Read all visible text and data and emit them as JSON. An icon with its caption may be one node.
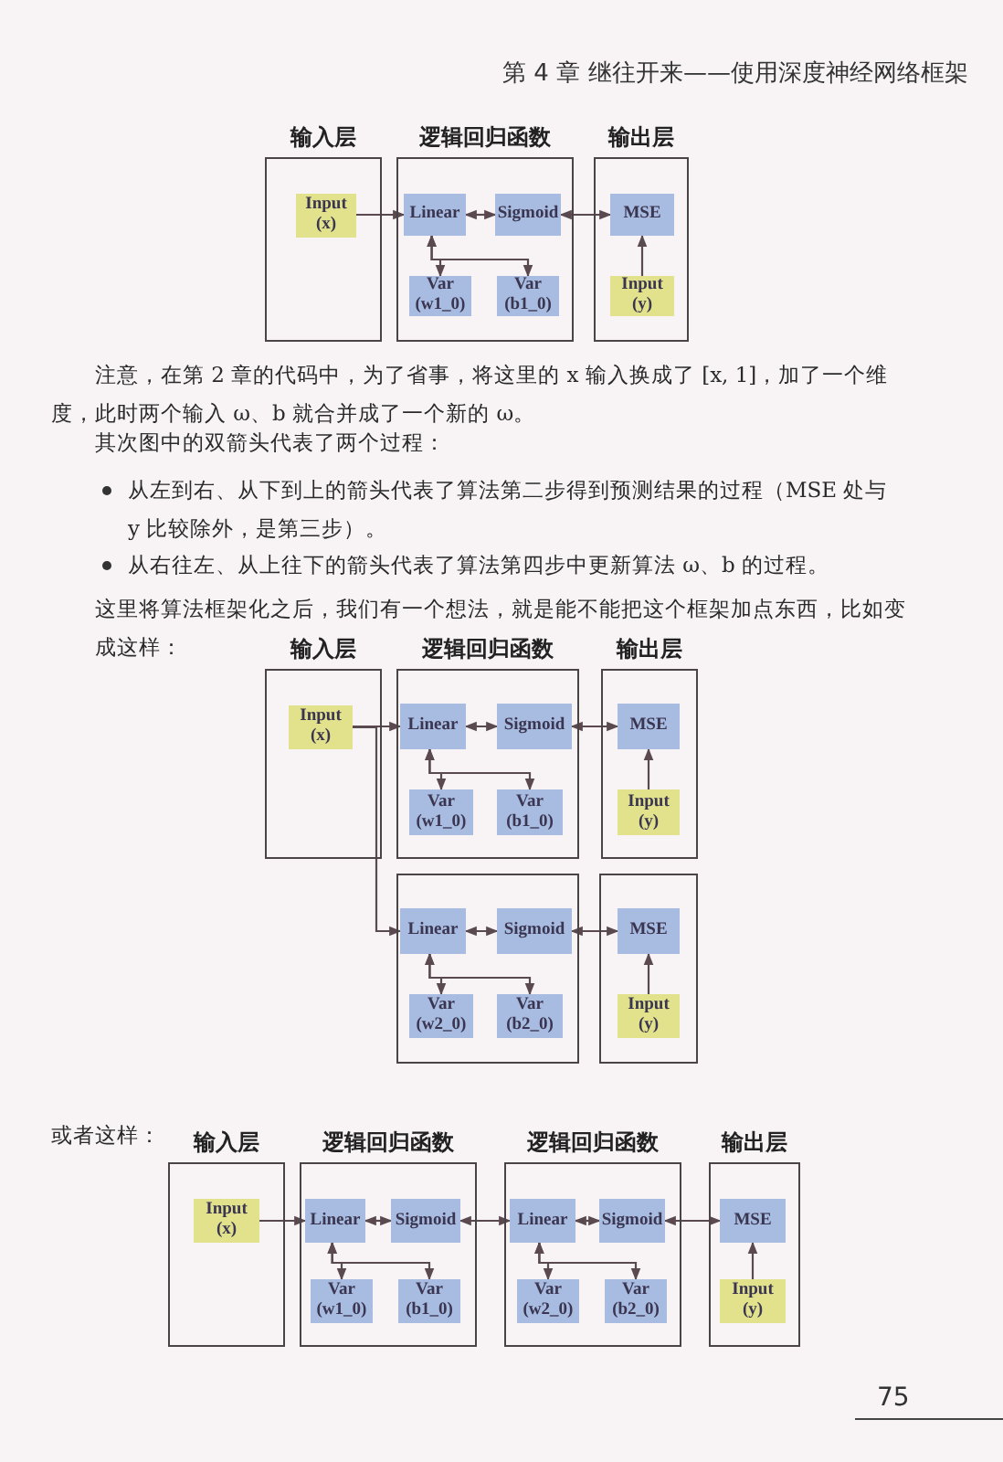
{
  "diagram": {
    "nodes": [
      {
        "text": [
          "输入层"
        ]
      },
      {
        "text": [
          "Input (x)"
        ],
        "in": 0
      },
      {
        "text": [
          "逻辑回归函数"
        ]
      },
      {
        "text": [
          "Linear"
        ],
        "in": 2
      },
      {
        "text": [
          "Sigmoid"
        ],
        "in": 2
      },
      {
        "text": [
          "Var (w1_0)"
        ],
        "in": 2
      },
      {
        "text": [
          "Var (b1_0)"
        ],
        "in": 2
      },
      {
        "text": [
          "输出层"
        ]
      },
      {
        "text": [
          "MSE"
        ],
        "in": 7
      },
      {
        "text": [
          "Input (y)"
        ],
        "in": 7
      },
      {
        "text": [
          "输入层"
        ]
      },
      {
        "text": [
          "Input (x)"
        ],
        "in": 10
      },
      {
        "text": [
          "逻辑回归函数"
        ]
      },
      {
        "text": [
          "Linear"
        ],
        "in": 12
      },
      {
        "text": [
          "Sigmoid"
        ],
        "in": 12
      },
      {
        "text": [
          "Var (w1_0)"
        ],
        "in": 12
      },
      {
        "text": [
          "Var (b1_0)"
        ],
        "in": 12
      },
      {
        "text": [
          "输出层"
        ]
      },
      {
        "text": [
          "MSE"
        ],
        "in": 17
      },
      {
        "text": [
          "Input (y)"
        ],
        "in": 17
      },
      {
        "text": [],
        "shape": "box"
      },
      {
        "text": [
          "Linear"
        ],
        "in": 20
      },
      {
        "text": [
          "Sigmoid"
        ],
        "in": 20
      },
      {
        "text": [
          "Var (w2_0)"
        ],
        "in": 20
      },
      {
        "text": [
          "Var (b2_0)"
        ],
        "in": 20
      },
      {
        "text": [],
        "shape": "box"
      },
      {
        "text": [
          "MSE"
        ],
        "in": 25
      },
      {
        "text": [
          "Input (y)"
        ],
        "in": 25
      },
      {
        "text": [
          "输入层"
        ]
      },
      {
        "text": [
          "Input (x)"
        ],
        "in": 28
      },
      {
        "text": [
          "逻辑回归函数"
        ]
      },
      {
        "text": [
          "Linear"
        ],
        "in": 30
      },
      {
        "text": [
          "Sigmoid"
        ],
        "in": 30
      },
      {
        "text": [
          "Var (w1_0)"
        ],
        "in": 30
      },
      {
        "text": [
          "Var (b1_0)"
        ],
        "in": 30
      },
      {
        "text": [
          "逻辑回归函数"
        ]
      },
      {
        "text": [
          "Linear"
        ],
        "in": 35
      },
      {
        "text": [
          "Sigmoid"
        ],
        "in": 35
      },
      {
        "text": [
          "Var (w2_0)"
        ],
        "in": 35
      },
      {
        "text": [
          "Var (b2_0)"
        ],
        "in": 35
      },
      {
        "text": [
          "输出层"
        ]
      },
      {
        "text": [
          "MSE"
        ],
        "in": 40
      },
      {
        "text": [
          "Input (y)"
        ],
        "in": 40
      }
    ],
    "edges": [
      {
        "from": 1,
        "to": 3,
        "arrow": "to"
      },
      {
        "from": 3,
        "to": 4,
        "arrow": "both"
      },
      {
        "from": 4,
        "to": 8,
        "arrow": "both"
      },
      {
        "from": 5,
        "to": 3,
        "arrow": "both"
      },
      {
        "from": 6,
        "to": 3,
        "arrow": "both"
      },
      {
        "from": 9,
        "to": 8,
        "arrow": "to"
      },
      {
        "from": 11,
        "to": 13,
        "arrow": "to"
      },
      {
        "from": 11,
        "to": 21,
        "arrow": "to"
      },
      {
        "from": 13,
        "to": 14,
        "arrow": "both"
      },
      {
        "from": 14,
        "to": 18,
        "arrow": "both"
      },
      {
        "from": 15,
        "to": 13,
        "arrow": "both"
      },
      {
        "from": 16,
        "to": 13,
        "arrow": "both"
      },
      {
        "from": 19,
        "to": 18,
        "arrow": "to"
      },
      {
        "from": 21,
        "to": 22,
        "arrow": "both"
      },
      {
        "from": 22,
        "to": 26,
        "arrow": "both"
      },
      {
        "from": 23,
        "to": 21,
        "arrow": "both"
      },
      {
        "from": 24,
        "to": 21,
        "arrow": "both"
      },
      {
        "from": 27,
        "to": 26,
        "arrow": "to"
      },
      {
        "from": 29,
        "to": 31,
        "arrow": "to"
      },
      {
        "from": 31,
        "to": 32,
        "arrow": "both"
      },
      {
        "from": 32,
        "to": 36,
        "arrow": "both"
      },
      {
        "from": 36,
        "to": 37,
        "arrow": "both"
      },
      {
        "from": 37,
        "to": 41,
        "arrow": "both"
      },
      {
        "from": 33,
        "to": 31,
        "arrow": "both"
      },
      {
        "from": 34,
        "to": 31,
        "arrow": "both"
      },
      {
        "from": 38,
        "to": 36,
        "arrow": "both"
      },
      {
        "from": 39,
        "to": 36,
        "arrow": "both"
      },
      {
        "from": 42,
        "to": 41,
        "arrow": "to"
      }
    ],
    "labels": [
      "第 4 章",
      "继往开来——使用深度神经网络框架",
      "注意，在第 2 章的代码中，为了省事，将这里的 x 输入换成了 [x, 1]，加了一个维度，此时两个输入 ω、b 就合并成了一个新的 ω。",
      "其次图中的双箭头代表了两个过程：",
      "从左到右、从下到上的箭头代表了算法第二步得到预测结果的过程（MSE 处与 y 比较除外，是第三步）。",
      "从右往左、从上往下的箭头代表了算法第四步中更新算法 ω、b 的过程。",
      "这里将算法框架化之后，我们有一个想法，就是能不能把这个框架加点东西，比如变成这样：",
      "或者这样：",
      "75"
    ]
  }
}
